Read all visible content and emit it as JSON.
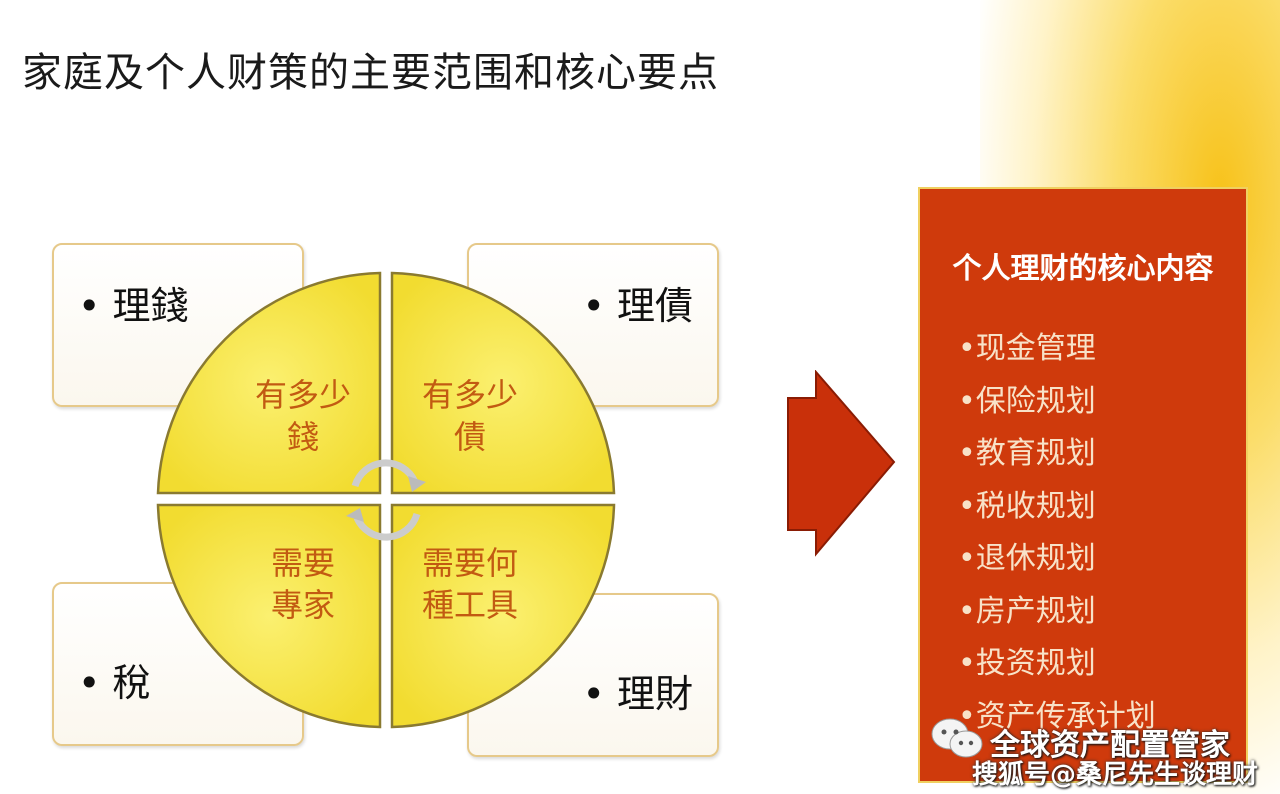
{
  "title": "家庭及个人财策的主要范围和核心要点",
  "boxes": {
    "top_left": "• 理錢",
    "top_right": "• 理債",
    "bottom_left": "• 稅",
    "bottom_right": "• 理財"
  },
  "wheel": {
    "q1": [
      "有多少",
      "錢"
    ],
    "q2": [
      "有多少",
      "債"
    ],
    "q3": [
      "需要",
      "專家"
    ],
    "q4": [
      "需要何",
      "種工具"
    ]
  },
  "panel": {
    "title": "个人理财的核心内容",
    "items": [
      "•现金管理",
      "•保险规划",
      "•教育规划",
      "•税收规划",
      "•退休规划",
      "•房产规划",
      "•投资规划",
      "•资产传承计划"
    ]
  },
  "watermark": {
    "line1": "全球资产配置管家",
    "line2": "搜狐号@桑尼先生谈理财"
  },
  "colors": {
    "wheel_fill": "#f7e84a",
    "panel_bg": "#cf3a0c",
    "arrow": "#c9300a",
    "quadrant_text": "#c25a12"
  }
}
